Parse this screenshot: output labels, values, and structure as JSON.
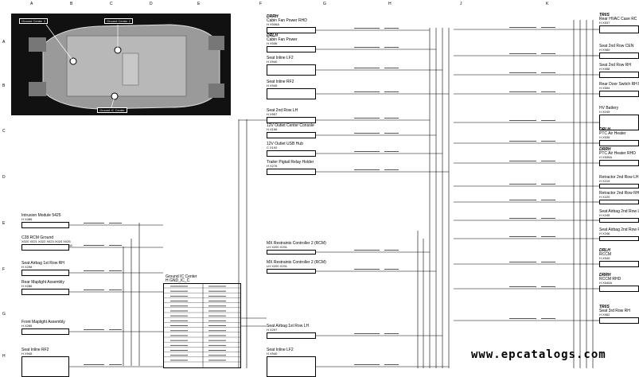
{
  "grid": {
    "columns": [
      "A",
      "B",
      "C",
      "D",
      "E",
      "F",
      "G",
      "H",
      "J",
      "K"
    ],
    "rows": [
      "A",
      "B",
      "C",
      "D",
      "E",
      "F",
      "G",
      "H"
    ]
  },
  "photo": {
    "callouts": [
      "Ground Center 3",
      "Ground Center 2",
      "Ground IC Center"
    ]
  },
  "components_mid": [
    {
      "title": "DRRH",
      "name": "Cabin Fan Power RHD",
      "code": "H   X536A"
    },
    {
      "title": "DRLH",
      "name": "Cabin Fan Power",
      "code": "H   X536"
    },
    {
      "title": "",
      "name": "Seat Inline LF2",
      "code": "H   X940"
    },
    {
      "title": "",
      "name": "Seat Inline RF2",
      "code": "H   X945"
    },
    {
      "title": "",
      "name": "Seat 2nd Row LH",
      "code": "H   X957"
    },
    {
      "title": "",
      "name": "12V Outlet Center Console",
      "code": "H   X156"
    },
    {
      "title": "",
      "name": "12V Outlet USB Hub",
      "code": "C   X192"
    },
    {
      "title": "",
      "name": "Trailer Pigtail Relay Holder",
      "code": "H   X276"
    },
    {
      "title": "",
      "name": "MX Restraints Controller 2 (RCM)",
      "code": "LH   X200  X201"
    },
    {
      "title": "",
      "name": "MX Restraints Controller 2 (RCM)",
      "code": "LH   X200  X201"
    },
    {
      "title": "",
      "name": "Seat Airbag 1st Row LH",
      "code": "H   X297"
    },
    {
      "title": "",
      "name": "Seat Inline LF2",
      "code": "H   X940"
    }
  ],
  "components_left": [
    {
      "name": "Intrusion Module 5425",
      "code": "H   X486"
    },
    {
      "name": "C28 RCM Ground",
      "code": "X020 X021 X022 X023 X024 X025 X026 X027 X028 X029 W.A.J. X030 X040 X041"
    },
    {
      "name": "Seat Airbag 1st Row RH",
      "code": "H   X298"
    },
    {
      "name": "Rear Maplight Assembly",
      "code": "H   X286"
    },
    {
      "name": "Front Maplight Assembly",
      "code": "H   X285"
    },
    {
      "name": "Seat Inline RF2",
      "code": "H   X945"
    }
  ],
  "ground_center": {
    "title": "Ground IC Center",
    "code": "H   GND_IC_C"
  },
  "components_right": [
    {
      "title": "TR0S",
      "name": "Rear HVAC Case RC",
      "code": "H   X537"
    },
    {
      "title": "",
      "name": "Seat 2nd Row CEN",
      "code": "H   X960"
    },
    {
      "title": "",
      "name": "Seat 2nd Row RH",
      "code": "H   X958"
    },
    {
      "title": "",
      "name": "Rear Door Switch RH R",
      "code": "H   X554"
    },
    {
      "title": "",
      "name": "HV Battery",
      "code": "H   X049"
    },
    {
      "title": "DRLH",
      "name": "PTC Air Heater",
      "code": "H   X535"
    },
    {
      "title": "DRRH",
      "name": "PTC Air Heater RHD",
      "code": "H   X535A"
    },
    {
      "title": "",
      "name": "Retractor 2nd Row LH",
      "code": "H   X219"
    },
    {
      "title": "",
      "name": "Retractor 2nd Row RH",
      "code": "H   X220"
    },
    {
      "title": "",
      "name": "Seat Airbag 2nd Row LH",
      "code": "H   X245"
    },
    {
      "title": "",
      "name": "Seat Airbag 2nd Row RH",
      "code": "H   X246"
    },
    {
      "title": "DRLH",
      "name": "RCCM",
      "code": "H   X540"
    },
    {
      "title": "DRRH",
      "name": "RCCM RHD",
      "code": "H   X540A"
    },
    {
      "title": "TR0S",
      "name": "Seat 3rd Row RH",
      "code": "H   X962"
    }
  ],
  "watermark": "www.epcatalogs.com"
}
